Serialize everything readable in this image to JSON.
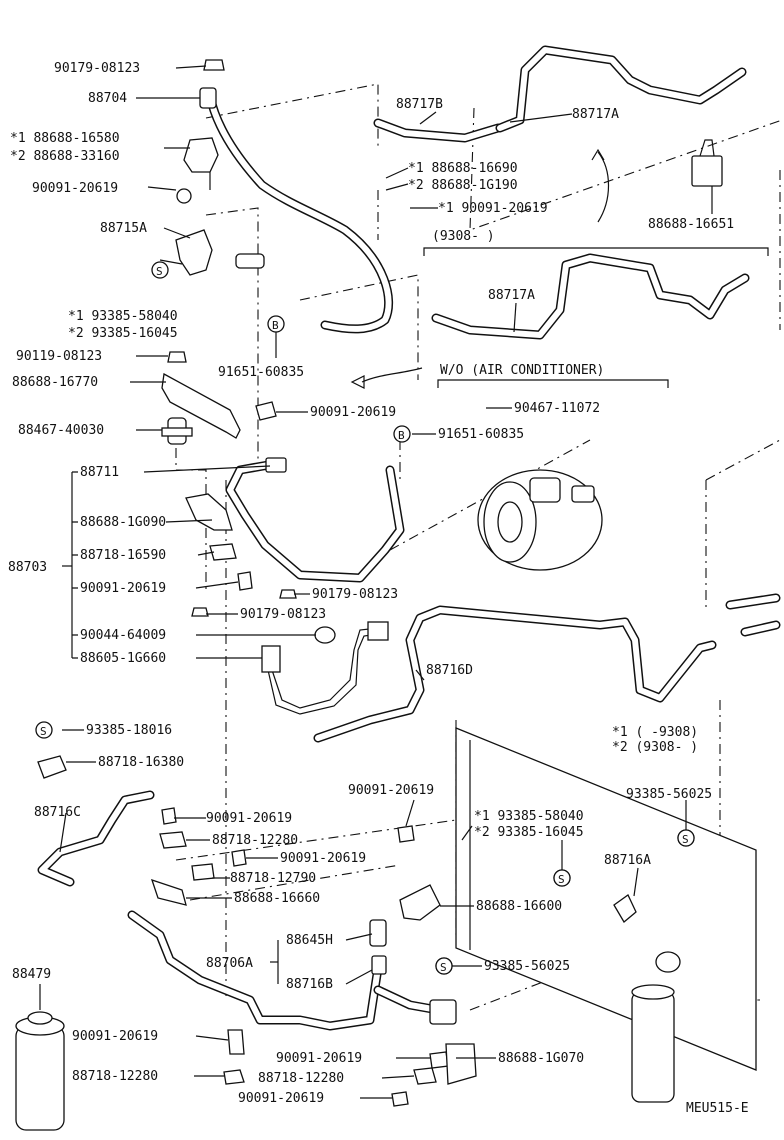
{
  "diagram_code": "MEU515-E",
  "variant_note": {
    "line1": "*1  (      -9308)",
    "line2": "*2  (9308-      )"
  },
  "section_labels": {
    "from_9308": "(9308-     )",
    "without_ac": "W/O  (AIR CONDITIONER)"
  },
  "assembly_labels": {
    "hose_assembly": "88703",
    "bracket_assembly": "88706A"
  },
  "symbols": {
    "s": "S",
    "b": "B"
  },
  "parts": [
    "90179-08123",
    "88704",
    "*1  88688-16580",
    "*2  88688-33160",
    "90091-20619",
    "88715A",
    "*1  93385-58040",
    "*2  93385-16045",
    "90119-08123",
    "91651-60835",
    "88688-16770",
    "88467-40030",
    "88717B",
    "88717A",
    "*1  88688-16690",
    "*2  88688-1G190",
    "*1  90091-20619",
    "88688-16651",
    "88717A",
    "90091-20619",
    "90467-11072",
    "91651-60835",
    "88711",
    "88688-1G090",
    "88718-16590",
    "90091-20619",
    "90179-08123",
    "90179-08123",
    "90044-64009",
    "88605-1G660",
    "88716D",
    "93385-18016",
    "88718-16380",
    "88716C",
    "90091-20619",
    "88718-12280",
    "90091-20619",
    "88718-12790",
    "88688-16660",
    "90091-20619",
    "*1  93385-58040",
    "*2  93385-16045",
    "93385-56025",
    "88716A",
    "88688-16600",
    "88645H",
    "88716B",
    "93385-56025",
    "88479",
    "90091-20619",
    "90091-20619",
    "88688-1G070",
    "88718-12280",
    "88718-12280",
    "90091-20619"
  ]
}
